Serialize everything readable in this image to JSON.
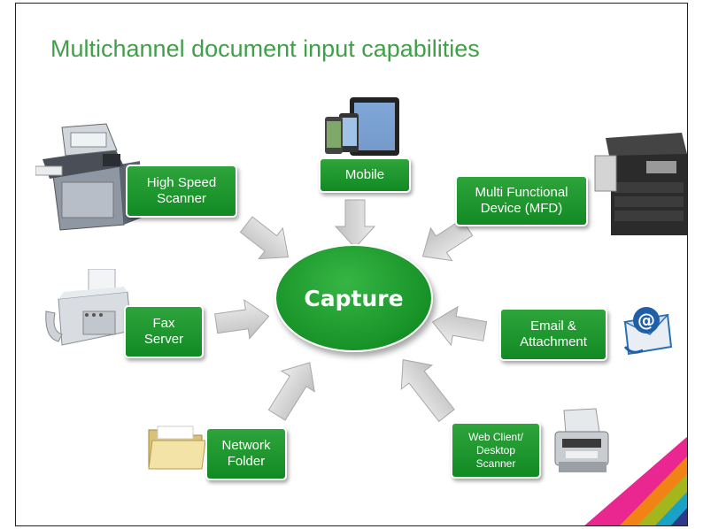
{
  "slide": {
    "title": "Multichannel document input capabilities",
    "center_label": "Capture"
  },
  "sources": [
    {
      "id": "high-speed-scanner",
      "label": "High Speed\nScanner",
      "icon": "high-speed-scanner-icon"
    },
    {
      "id": "mobile",
      "label": "Mobile",
      "icon": "mobile-devices-icon"
    },
    {
      "id": "mfd",
      "label": "Multi Functional\nDevice (MFD)",
      "icon": "mfd-copier-icon"
    },
    {
      "id": "fax-server",
      "label": "Fax\nServer",
      "icon": "fax-machine-icon"
    },
    {
      "id": "email",
      "label": "Email &\nAttachment",
      "icon": "email-envelope-icon"
    },
    {
      "id": "network-folder",
      "label": "Network\nFolder",
      "icon": "folder-icon"
    },
    {
      "id": "web-client",
      "label": "Web Client/\nDesktop\nScanner",
      "icon": "desktop-scanner-icon"
    }
  ],
  "colors": {
    "title": "#3fa048",
    "box": "#1f9a2f",
    "arrow": "#d6d6d6"
  }
}
